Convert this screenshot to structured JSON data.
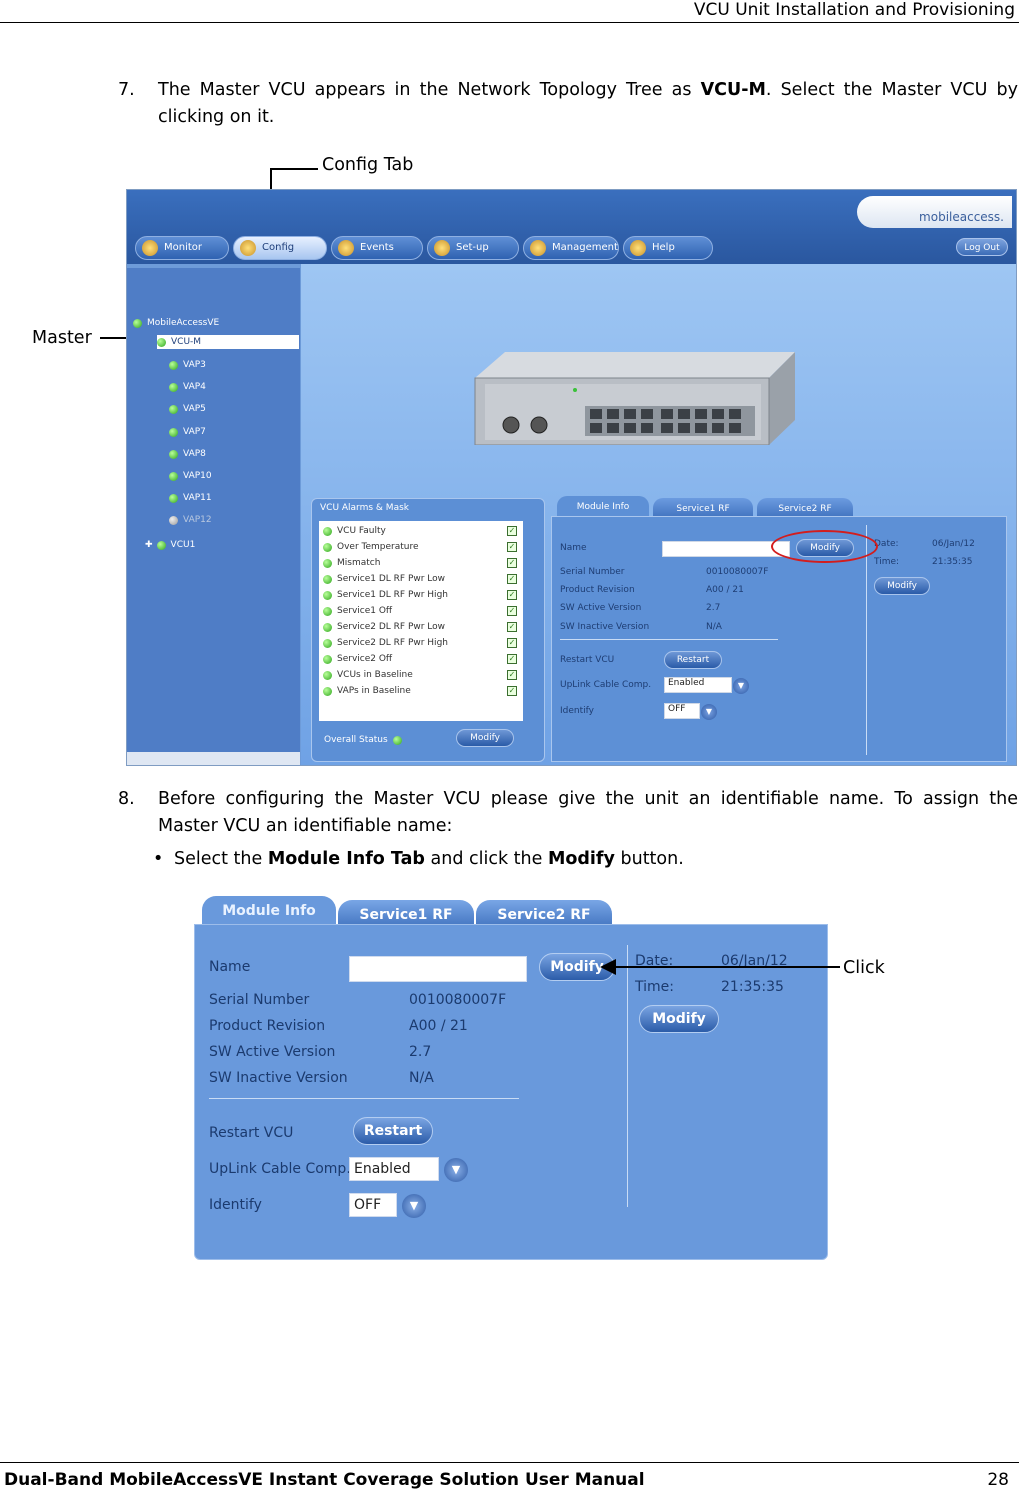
{
  "header": {
    "title": "VCU Unit Installation and Provisioning"
  },
  "step7": {
    "number": "7.",
    "text_before": "The Master VCU appears in the Network Topology Tree as ",
    "bold": "VCU-M",
    "text_after": ". Select the Master VCU by clicking on it."
  },
  "callouts": {
    "config_tab": "Config Tab",
    "master": "Master",
    "click": "Click"
  },
  "screenshot1": {
    "logo": "mobileaccess.",
    "nav_tabs": [
      "Monitor",
      "Config",
      "Events",
      "Set-up",
      "Management",
      "Help"
    ],
    "logout": "Log Out",
    "tree": {
      "root": "MobileAccessVE",
      "selected": "VCU-M",
      "items": [
        "VAP3",
        "VAP4",
        "VAP5",
        "VAP7",
        "VAP8",
        "VAP10",
        "VAP11",
        "VAP12"
      ],
      "vcu1": "VCU1"
    },
    "alarms": {
      "title": "VCU Alarms & Mask",
      "rows": [
        "VCU Faulty",
        "Over Temperature",
        "Mismatch",
        "Service1 DL RF Pwr Low",
        "Service1 DL RF Pwr High",
        "Service1 Off",
        "Service2 DL RF Pwr Low",
        "Service2 DL RF Pwr High",
        "Service2 Off",
        "VCUs in Baseline",
        "VAPs in Baseline"
      ],
      "check": "✓",
      "overall_status": "Overall Status",
      "modify": "Modify"
    },
    "module": {
      "tabs": [
        "Module Info",
        "Service1 RF",
        "Service2 RF"
      ],
      "name_label": "Name",
      "modify": "Modify",
      "date_label": "Date:",
      "date_value": "06/Jan/12",
      "time_label": "Time:",
      "time_value": "21:35:35",
      "modify2": "Modify",
      "serial_label": "Serial Number",
      "serial_value": "0010080007F",
      "revision_label": "Product Revision",
      "revision_value": "A00 / 21",
      "sw_active_label": "SW Active Version",
      "sw_active_value": "2.7",
      "sw_inactive_label": "SW Inactive Version",
      "sw_inactive_value": "N/A",
      "restart_label": "Restart VCU",
      "restart_btn": "Restart",
      "uplink_label": "UpLink Cable Comp.",
      "uplink_value": "Enabled",
      "identify_label": "Identify",
      "identify_value": "OFF"
    }
  },
  "step8": {
    "number": "8.",
    "text": "Before configuring the Master VCU please give the unit an identifiable name. To assign the Master VCU an identifiable name:"
  },
  "bullet": {
    "dot": "•",
    "pre": "Select the ",
    "bold1": "Module Info Tab",
    "mid": " and click the ",
    "bold2": "Modify",
    "post": " button."
  },
  "footer": {
    "left": "Dual-Band MobileAccessVE Instant Coverage Solution User Manual",
    "page": "28"
  }
}
